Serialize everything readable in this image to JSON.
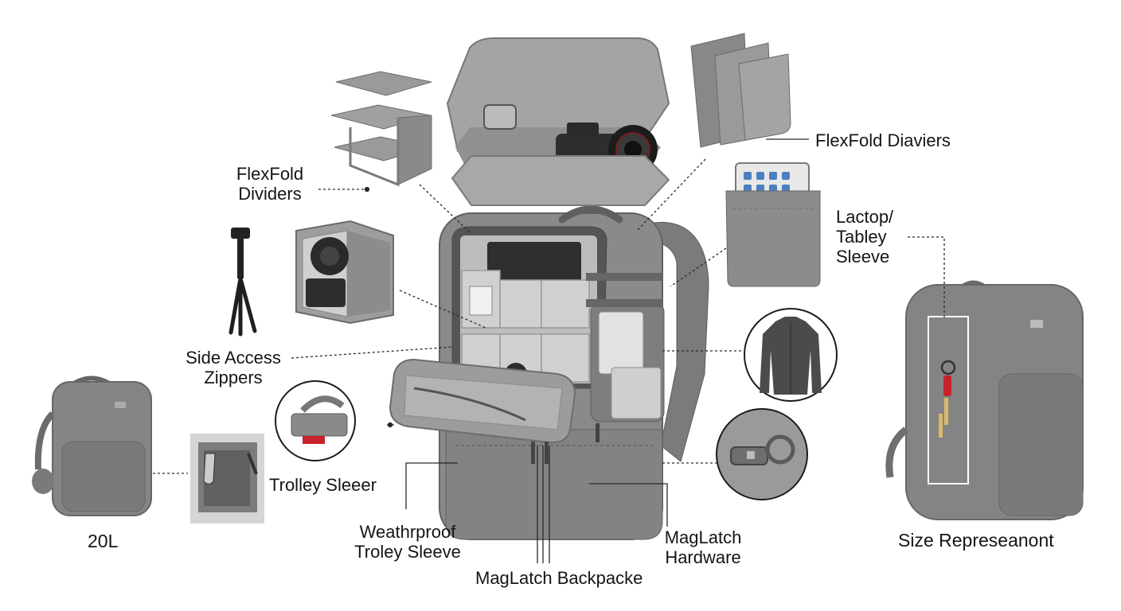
{
  "labels": {
    "flexfold_dividers_left": "FlexFold\nDividers",
    "flexfold_dividers_right": "FlexFold Diaviers",
    "laptop_tablet_sleeve": "Lactop/\nTabley\nSleeve",
    "side_access_zippers": "Side Access\nZippers",
    "trolley_sleeve": "Trolley Sleeer",
    "size_20l": "20L",
    "weatherproof_trolley_sleeve": "Weathrproof\nTroley Sleeve",
    "maglatch_backpack": "MagLatch Backpacke",
    "maglatch_hardware": "MagLatch\nHardware",
    "size_representation": "Size Represeanont"
  },
  "colors": {
    "bag_main": "#8a8a8a",
    "bag_dark": "#6c6c6c",
    "bag_light": "#a9a9a9",
    "interior": "#c4c4c4",
    "leader_line": "#2a2a2a",
    "keychain_accent": "#c8232c"
  },
  "icons": {
    "tripod": "tripod-icon",
    "camera": "camera-icon",
    "jacket": "jacket-icon",
    "keys": "keys-icon",
    "tablet": "tablet-icon"
  }
}
